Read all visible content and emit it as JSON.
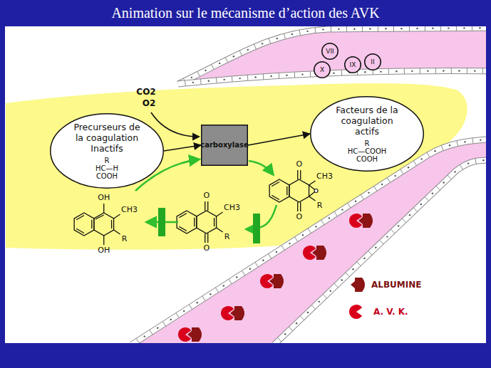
{
  "diagram": {
    "title": "Animation sur le mécanisme d’action des AVK",
    "nodes": [
      {
        "text": [
          "Precurseurs de la coagulation Inactifs",
          "R",
          "HC—H",
          "COOH"
        ]
      },
      {
        "text": [
          "carboxylase"
        ]
      },
      {
        "text": [
          "Facteurs de la coagulation actifs",
          "R",
          "HC—COOH",
          "COOH"
        ]
      },
      {
        "text": [
          "VII"
        ]
      },
      {
        "text": [
          "X"
        ]
      },
      {
        "text": [
          "IX"
        ]
      },
      {
        "text": [
          "II"
        ]
      }
    ],
    "edges": [
      {
        "from": 0,
        "to": 1,
        "arrow": "to"
      },
      {
        "from": 1,
        "to": 2,
        "arrow": "to"
      }
    ],
    "labels": [
      "CO2",
      "O2",
      "O",
      "CH3",
      "R",
      "O",
      "O",
      "CH3",
      "R",
      "O",
      "OH",
      "CH3",
      "R",
      "OH"
    ],
    "legend": [
      {
        "text": "ALBUMINE"
      },
      {
        "text": "A. V. K."
      }
    ]
  }
}
